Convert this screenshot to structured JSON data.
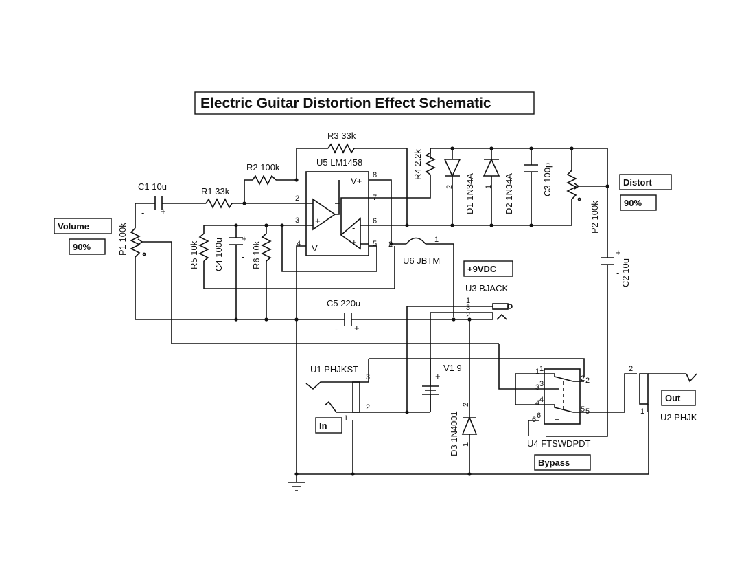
{
  "title": "Electric Guitar Distortion Effect Schematic",
  "controls": {
    "volume": {
      "label": "Volume",
      "value": "90%"
    },
    "distort": {
      "label": "Distort",
      "value": "90%"
    },
    "bypass": {
      "label": "Bypass"
    },
    "in": {
      "label": "In"
    },
    "out": {
      "label": "Out"
    },
    "supply": {
      "label": "+9VDC"
    }
  },
  "components": {
    "c1": "C1 10u",
    "r1": "R1 33k",
    "r2": "R2 100k",
    "r3": "R3 33k",
    "u5": "U5 LM1458",
    "r4": "R4 2.2k",
    "d1": "D1 1N34A",
    "d2": "D2 1N34A",
    "c3": "C3 100p",
    "p2": "P2 100k",
    "c2": "C2 10u",
    "p1": "P1 100k",
    "r5": "R5 10k",
    "c4": "C4 100u",
    "r6": "R6 10k",
    "u6": "U6 JBTM",
    "u3": "U3 BJACK",
    "c5": "C5 220u",
    "u1": "U1 PHJKST",
    "v1": "V1 9",
    "d3": "D3 1N4001",
    "u4": "U4 FTSWDPDT",
    "u2": "U2 PHJK"
  },
  "pins": {
    "opamp": [
      "2",
      "3",
      "4",
      "5",
      "6",
      "7",
      "8"
    ],
    "vplus": "V+",
    "vminus": "V-",
    "minus": "-",
    "plus": "+",
    "one": "1",
    "two": "2",
    "three": "3",
    "four": "4",
    "five": "5",
    "six": "6"
  }
}
